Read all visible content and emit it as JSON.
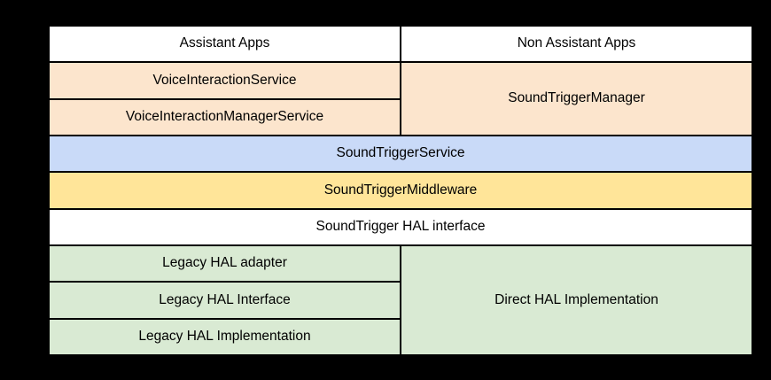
{
  "canvas": {
    "background": "#000000",
    "border_color": "#000000",
    "text_color": "#000000"
  },
  "palette": {
    "white": "#ffffff",
    "peach": "#fce5cd",
    "blue": "#c9daf8",
    "yellow": "#ffe599",
    "green": "#d9ead3"
  },
  "stack": {
    "assistant_apps": "Assistant Apps",
    "non_assistant_apps": "Non Assistant Apps",
    "voice_interaction_service": "VoiceInteractionService",
    "voice_interaction_manager_service": "VoiceInteractionManagerService",
    "sound_trigger_manager": "SoundTriggerManager",
    "sound_trigger_service": "SoundTriggerService",
    "sound_trigger_middleware": "SoundTriggerMiddleware",
    "sound_trigger_hal_interface": "SoundTrigger HAL interface",
    "legacy_hal_adapter": "Legacy HAL adapter",
    "legacy_hal_interface": "Legacy HAL Interface",
    "legacy_hal_implementation": "Legacy HAL Implementation",
    "direct_hal_implementation": "Direct HAL Implementation"
  }
}
